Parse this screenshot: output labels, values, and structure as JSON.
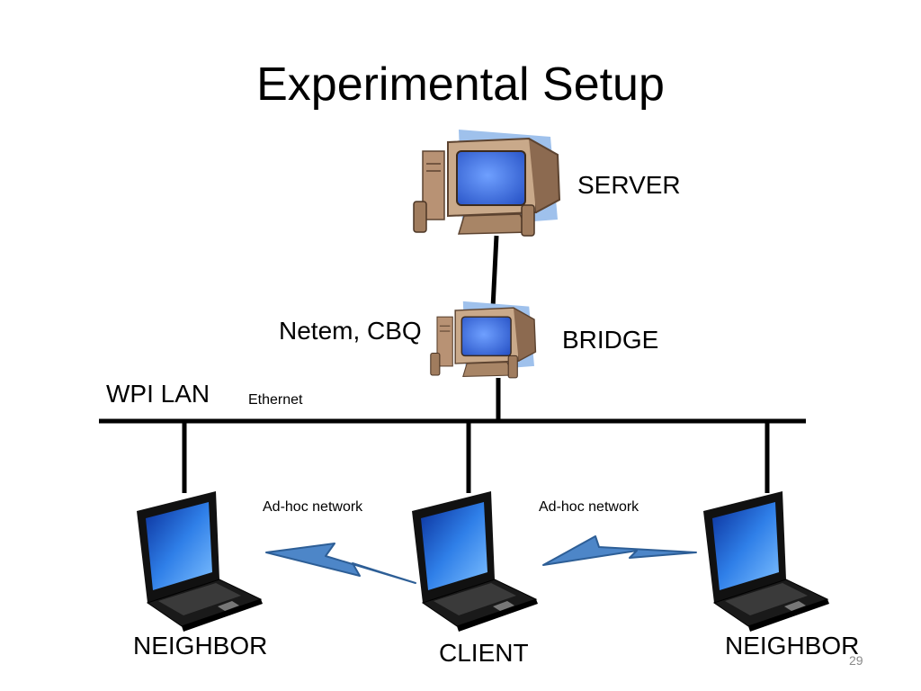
{
  "slide": {
    "title": "Experimental Setup",
    "page_number": "29"
  },
  "nodes": {
    "server": "SERVER",
    "bridge": "BRIDGE",
    "bridge_note": "Netem, CBQ",
    "neighbor_left": "NEIGHBOR",
    "client": "CLIENT",
    "neighbor_right": "NEIGHBOR"
  },
  "links": {
    "lan": "WPI LAN",
    "ethernet": "Ethernet",
    "adhoc_left": "Ad-hoc network",
    "adhoc_right": "Ad-hoc network"
  },
  "colors": {
    "screen_blue": "#3a6fe0",
    "monitor_beige": "#c9a98a",
    "lightning_blue": "#4d86c8",
    "laptop_black": "#111111"
  }
}
